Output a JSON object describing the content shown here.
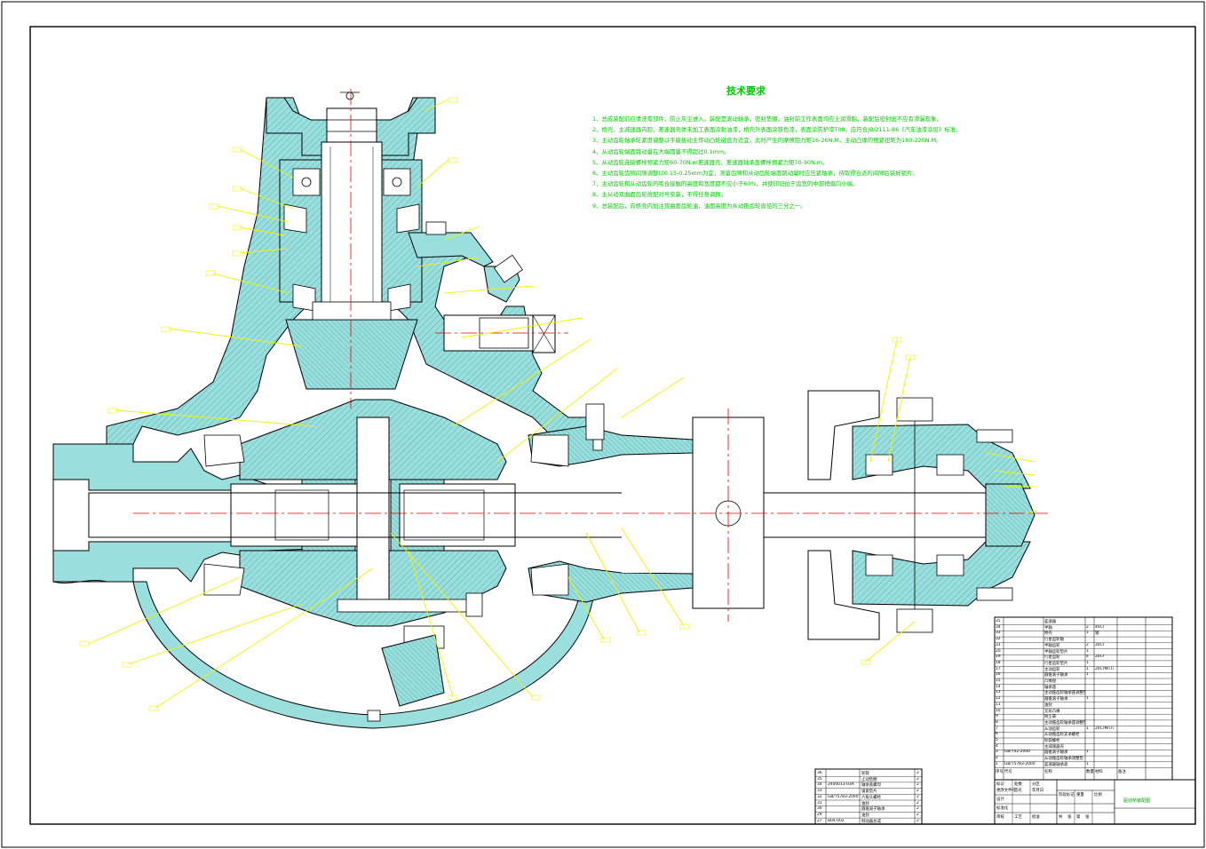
{
  "technical_requirements": {
    "title": "技术要求",
    "items": [
      "1、总成装配前应清洗零部件，防止灰尘进入。装配是滚动轴承，密封垫圈，油封前工作表面均应上润滑脂，装配后密封出不应有渗漏现象。",
      "2、桥壳、主减速器内腔、差速器壳体未加工表面涂耐油漆，桥壳外表面涂铁色漆，表面涂防护漆T08，应符合JB/2111-86《汽车油漆涂层》标准。",
      "3、主动齿轮轴承轮紧度调整以手能拨动主传动凸轮键盘为适宜，此时产生的摩擦阻力矩16-26N.M，主动凸缘的预紧扭矩为180-220N.M。",
      "4、从动齿轮端面跳动量在大端圆量不得超过0.1mm。",
      "5、从动齿轮连接螺栓预紧力矩60-70N.m差速器壳、差速器轴承盖螺栓预紧力矩70-90N.m。",
      "6、主动齿轮齿侧间隙调整以0.15-0.25mm为宜，测量齿隙和从动齿轮端面跳动量时应压紧轴承，待取得合适的间隙后装好锁片。",
      "7、主动齿轮和从动齿轮的啮合接触的高度和宽度都不应小于60%，并使印记位于齿宽的中部稍偏向小端。",
      "8、主从动双曲面齿轮按配对号安装，不得任意调换。",
      "9、总装配后，向桥壳内加注双曲面齿轮油，油面高度为从动锥齿轮直径的三分之一。"
    ]
  },
  "bom_right": {
    "header": [
      "序号",
      "代号",
      "名称",
      "数量",
      "材料",
      "备注"
    ],
    "rows": [
      [
        "35",
        "",
        "差速器",
        "",
        "",
        ""
      ],
      [
        "34",
        "",
        "半轴",
        "2",
        "40Cr",
        ""
      ],
      [
        "33",
        "",
        "桥壳",
        "1",
        "钢",
        ""
      ],
      [
        "32",
        "",
        "行星齿轮轴",
        "",
        "",
        ""
      ],
      [
        "31",
        "",
        "半轴齿轮",
        "2",
        "20Cr",
        ""
      ],
      [
        "20",
        "",
        "半轴齿轮垫片",
        "1",
        "",
        ""
      ],
      [
        "19",
        "",
        "行星齿轮",
        "4",
        "20Cr",
        ""
      ],
      [
        "18",
        "",
        "行星齿轮垫片",
        "1",
        "",
        ""
      ],
      [
        "17",
        "",
        "主动齿轮",
        "1",
        "20CrMnTi",
        ""
      ],
      [
        "16",
        "",
        "圆锥滚子轴承",
        "1",
        "",
        ""
      ],
      [
        "15",
        "",
        "凸缘盘",
        "",
        "",
        ""
      ],
      [
        "14",
        "",
        "轴承座",
        "",
        "",
        ""
      ],
      [
        "13",
        "",
        "主动锥齿轮轴承座调整垫片",
        "",
        "",
        ""
      ],
      [
        "12",
        "",
        "圆锥滚子轴承",
        "1",
        "",
        ""
      ],
      [
        "11",
        "",
        "油封",
        "",
        "",
        ""
      ],
      [
        "10",
        "",
        "叉形凸缘",
        "",
        "",
        ""
      ],
      [
        "9",
        "",
        "防尘罩",
        "",
        "",
        ""
      ],
      [
        "8",
        "",
        "主动锥齿轮轴承座调整垫片",
        "",
        "",
        ""
      ],
      [
        "7",
        "",
        "从动齿轮",
        "1",
        "20CrMnTi",
        ""
      ],
      [
        "6",
        "",
        "从动锥齿轮支承螺栓",
        "",
        "",
        ""
      ],
      [
        "5",
        "",
        "轮毂螺栓",
        "",
        "",
        ""
      ],
      [
        "4",
        "",
        "主减速器壳",
        "",
        "",
        ""
      ],
      [
        "3",
        "GB/T42-2000",
        "圆锥滚子轴承",
        "1",
        "",
        ""
      ],
      [
        "2",
        "",
        "从动锥齿轮轴承调整垫",
        "",
        "",
        ""
      ],
      [
        "1",
        "GB/T5783-2000",
        "差速器轴承盖",
        "1",
        "",
        ""
      ]
    ]
  },
  "bom_left": {
    "rows": [
      [
        "36",
        "",
        "轮毂",
        "2"
      ],
      [
        "35",
        "",
        "止动垫圈",
        "2"
      ],
      [
        "34",
        "2400013-03A",
        "轴承盖螺母",
        "2"
      ],
      [
        "33",
        "",
        "锁紧垫片",
        "2"
      ],
      [
        "32",
        "GB/T5783-2000",
        "六角头螺栓",
        "2"
      ],
      [
        "31",
        "",
        "油封",
        "2"
      ],
      [
        "30",
        "",
        "圆锥滚子轴承",
        "2"
      ],
      [
        "29",
        "",
        "油封",
        "2"
      ],
      [
        "27",
        "B04-002",
        "制动器总成",
        "2"
      ]
    ]
  },
  "title_block": {
    "drawing_name": "驱动桥装配图",
    "labels": [
      "标记",
      "处数",
      "分区",
      "更改文件号",
      "签名",
      "年月日",
      "设计",
      "标准化",
      "阶段标记",
      "重量",
      "比例",
      "审核",
      "工艺",
      "批准",
      "共",
      "张",
      "第",
      "张"
    ]
  },
  "colors": {
    "section_fill": "#9adede",
    "outline": "#000000",
    "hatch": "#2a8f8f",
    "leader": "#f2f200",
    "center_line": "#e60000",
    "notes": "#00c800"
  }
}
